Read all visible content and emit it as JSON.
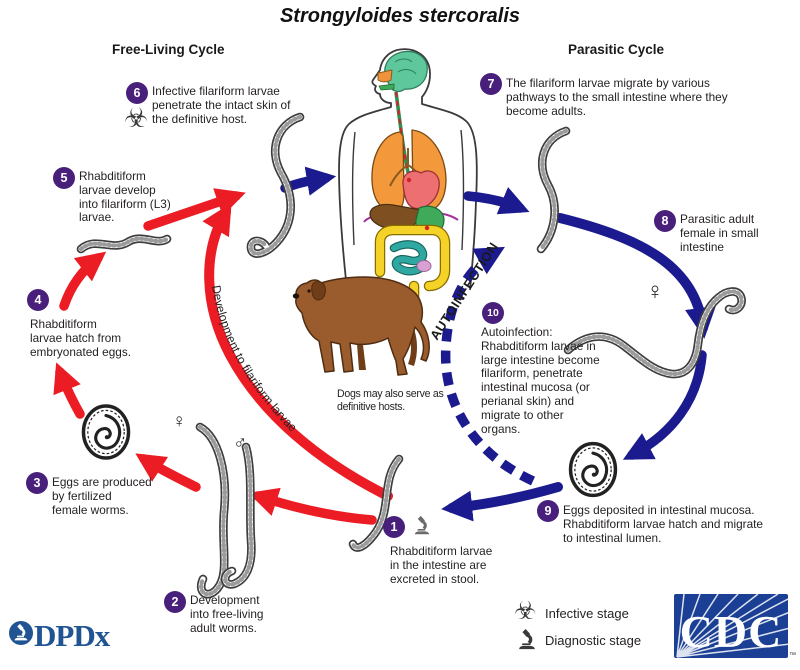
{
  "title": "Strongyloides stercoralis",
  "headings": {
    "free_living": "Free-Living Cycle",
    "parasitic": "Parasitic Cycle"
  },
  "steps": [
    {
      "num": "1",
      "text": "Rhabditiform larvae\nin the intestine are\nexcreted in stool."
    },
    {
      "num": "2",
      "text": "Development\ninto free-living\nadult worms."
    },
    {
      "num": "3",
      "text": "Eggs are produced\nby fertilized\nfemale worms."
    },
    {
      "num": "4",
      "text": "Rhabditiform\nlarvae hatch from\nembryonated eggs."
    },
    {
      "num": "5",
      "text": "Rhabditiform\nlarvae develop\ninto filariform (L3)\nlarvae."
    },
    {
      "num": "6",
      "text": "Infective filariform larvae\npenetrate the intact skin of\nthe definitive host."
    },
    {
      "num": "7",
      "text": "The filariform larvae migrate by various\npathways to the small intestine where they\nbecome adults."
    },
    {
      "num": "8",
      "text": "Parasitic adult\nfemale in small\nintestine"
    },
    {
      "num": "9",
      "text": "Eggs deposited in intestinal mucosa.\nRhabditiform larvae hatch and migrate\nto intestinal lumen."
    },
    {
      "num": "10",
      "text": "Autoinfection:\nRhabditiform larvae in\nlarge intestine become\nfilariform, penetrate\nintestinal mucosa (or\nperianal skin) and\nmigrate to other\norgans."
    }
  ],
  "path_labels": {
    "autoinfection": "AUTOINFECTION",
    "development": "Development to filariform larvae"
  },
  "dog_caption": "Dogs may also serve as\ndefinitive hosts.",
  "legend": {
    "infective": "Infective stage",
    "diagnostic": "Diagnostic stage"
  },
  "logos": {
    "dpdx": "DPDx",
    "cdc": "CDC",
    "trademark": "™"
  },
  "symbols": {
    "female": "♀",
    "male": "♂",
    "biohazard": "☣"
  },
  "colors": {
    "step_circle": "#48207b",
    "red_arrow": "#ec1c24",
    "blue_arrow": "#1b1b8f",
    "text": "#231f20",
    "cdc_blue": "#1a3f94",
    "dpdx_blue": "#205493"
  }
}
